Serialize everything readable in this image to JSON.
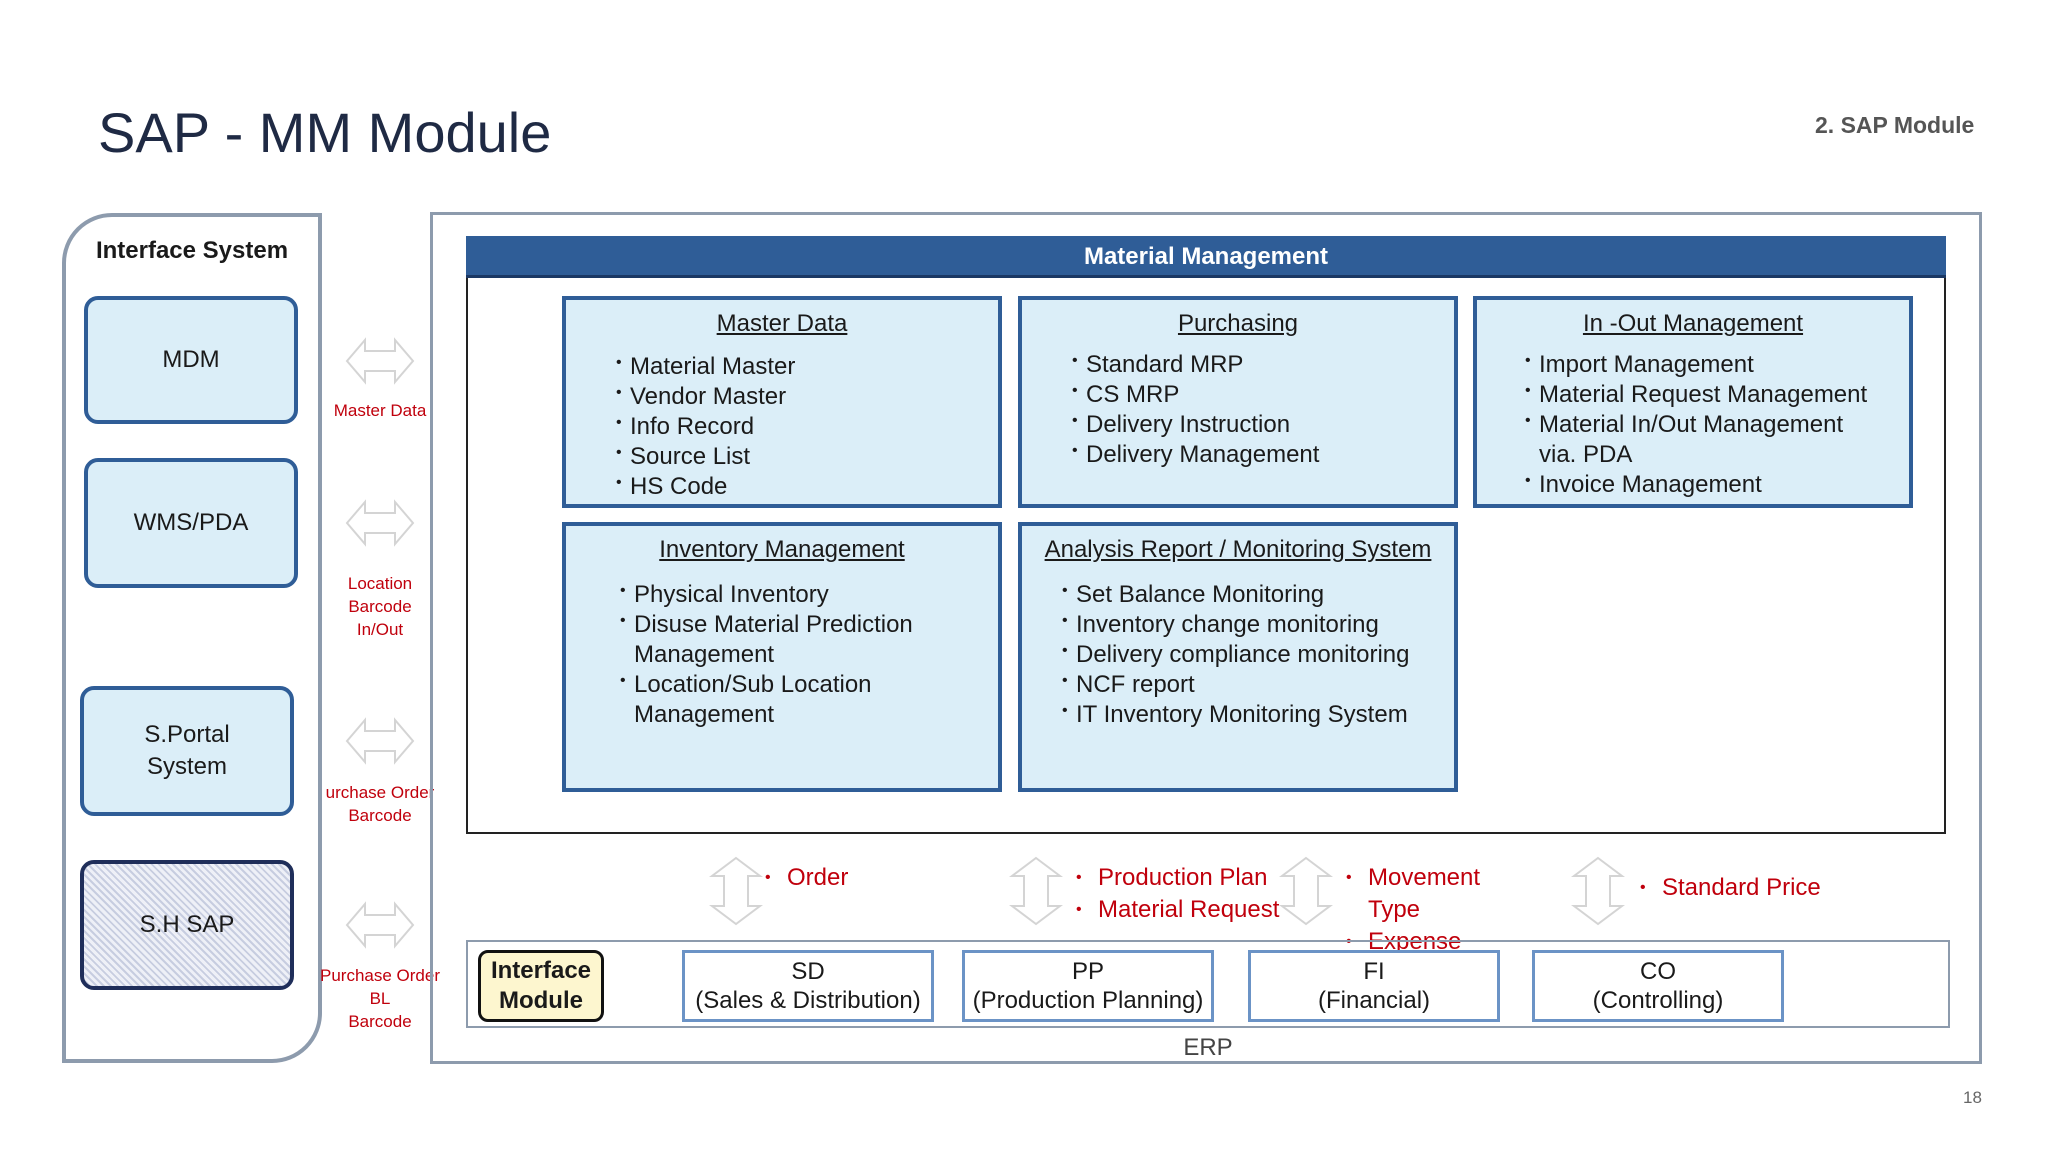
{
  "page": {
    "title": "SAP - MM Module",
    "section": "2. SAP Module",
    "page_number": "18"
  },
  "interface_system": {
    "title": "Interface System",
    "systems": [
      {
        "lines": [
          "MDM"
        ]
      },
      {
        "lines": [
          "WMS/PDA"
        ]
      },
      {
        "lines": [
          "S.Portal",
          "System"
        ]
      },
      {
        "lines": [
          "S.H SAP"
        ]
      }
    ],
    "connections": [
      {
        "lines": [
          "Master Data"
        ]
      },
      {
        "lines": [
          "Location",
          "Barcode",
          "In/Out"
        ]
      },
      {
        "lines": [
          "urchase Order",
          "Barcode"
        ]
      },
      {
        "lines": [
          "Purchase Order",
          "BL",
          "Barcode"
        ]
      }
    ]
  },
  "material_management": {
    "header": "Material Management",
    "boxes": [
      {
        "title": "Master Data",
        "items": [
          "Material Master",
          "Vendor Master",
          "Info Record",
          "Source List",
          "HS Code"
        ]
      },
      {
        "title": "Purchasing",
        "items": [
          "Standard MRP",
          "CS MRP",
          "Delivery Instruction",
          "Delivery Management"
        ]
      },
      {
        "title": "In -Out Management",
        "items": [
          "Import Management",
          "Material Request Management",
          "Material In/Out Management via. PDA",
          "Invoice Management"
        ]
      },
      {
        "title": "Inventory Management",
        "items": [
          "Physical Inventory",
          "Disuse Material Prediction Management",
          "Location/Sub Location Management"
        ]
      },
      {
        "title": "Analysis Report / Monitoring System",
        "items": [
          "Set Balance Monitoring",
          "Inventory change monitoring",
          "Delivery compliance monitoring",
          "NCF report",
          "IT Inventory Monitoring System"
        ]
      }
    ]
  },
  "flows": [
    {
      "items": [
        "Order"
      ]
    },
    {
      "items": [
        "Production Plan",
        "Material Request"
      ]
    },
    {
      "items": [
        "Movement Type",
        "Expense"
      ]
    },
    {
      "items": [
        "Standard Price"
      ]
    }
  ],
  "erp": {
    "label": "ERP",
    "interface_module": [
      "Interface",
      "Module"
    ],
    "modules": [
      {
        "code": "SD",
        "name": "(Sales & Distribution)"
      },
      {
        "code": "PP",
        "name": "(Production Planning)"
      },
      {
        "code": "FI",
        "name": "(Financial)"
      },
      {
        "code": "CO",
        "name": "(Controlling)"
      }
    ]
  },
  "colors": {
    "box_border": "#2f5d97",
    "box_fill": "#dbeef8",
    "flow_text": "#c0000c",
    "frame": "#8d9bad"
  }
}
